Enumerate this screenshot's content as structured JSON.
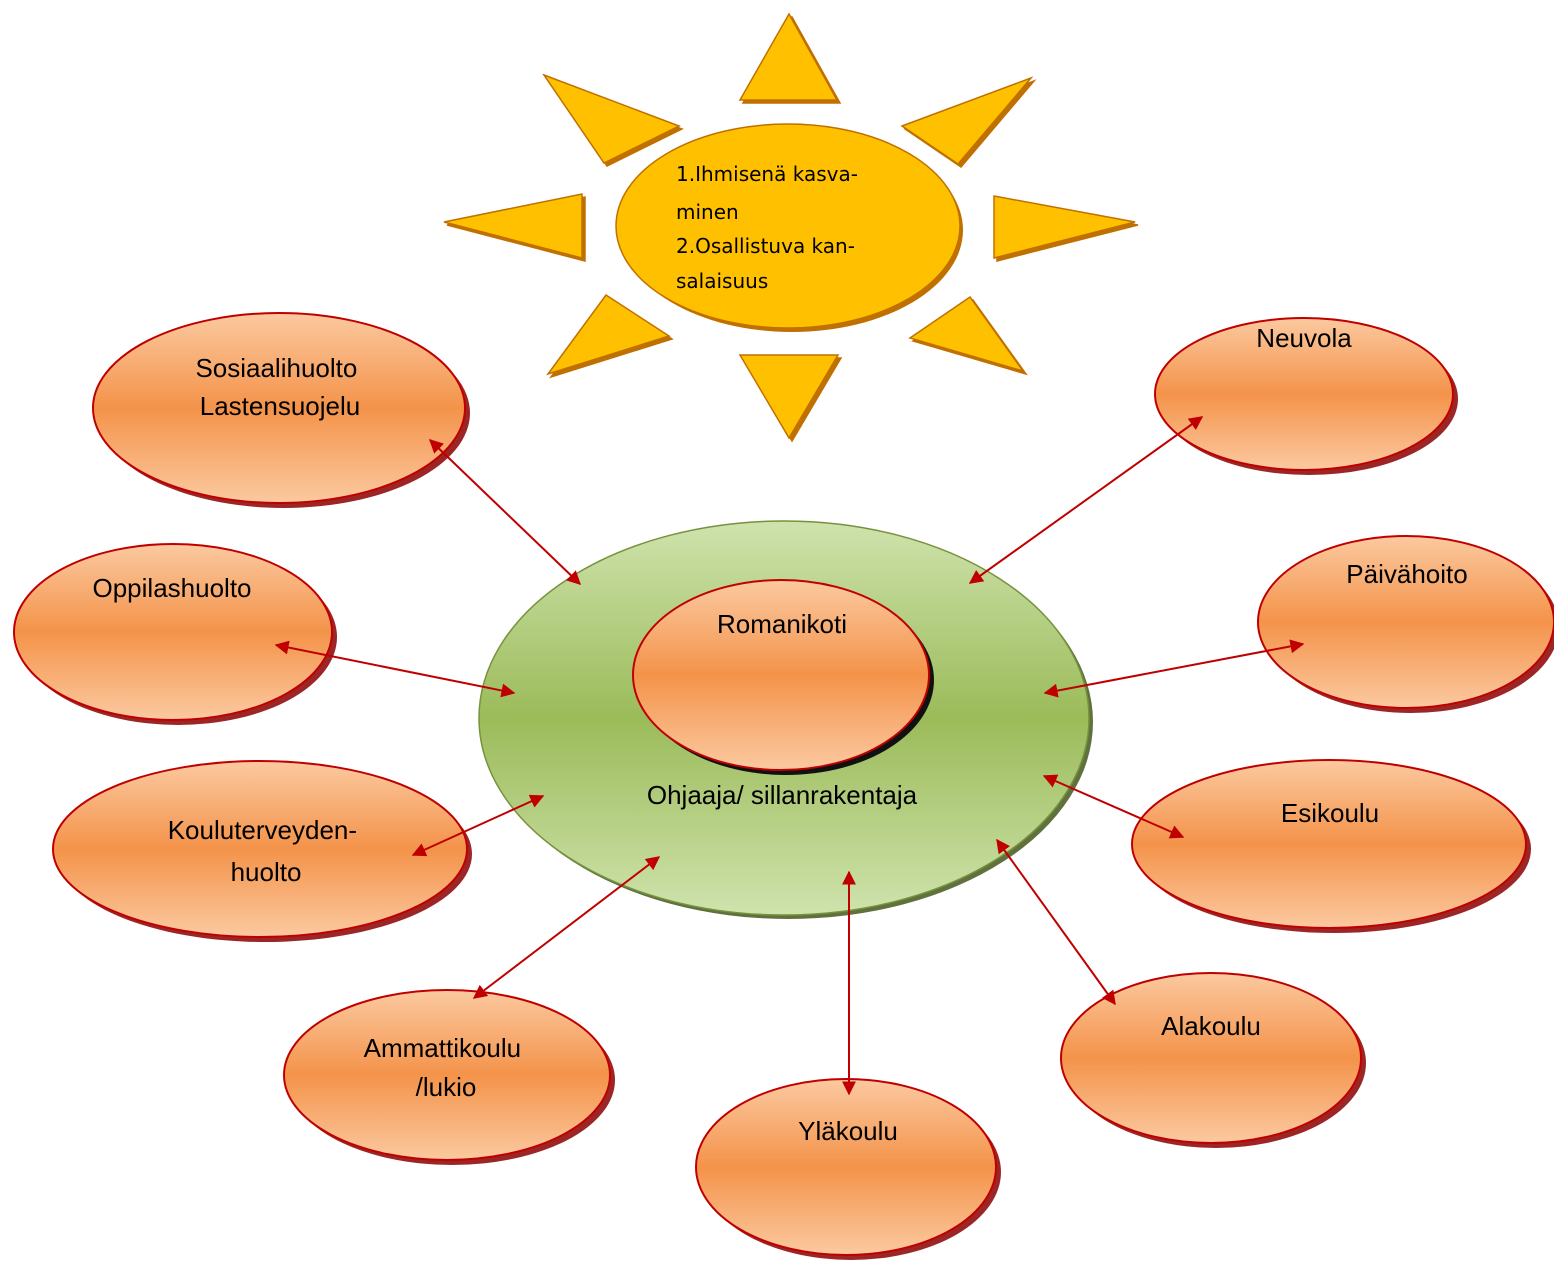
{
  "sun": {
    "lines": [
      "1.Ihmisenä kasva-",
      "minen",
      "2.Osallistuva kan-",
      "salaisuus"
    ]
  },
  "center": {
    "inner_label": "Romanikoti",
    "outer_label": "Ohjaaja/ sillanrakentaja"
  },
  "nodes": {
    "sosiaalihuolto": [
      "Sosiaalihuolto",
      "Lastensuojelu"
    ],
    "neuvola": [
      "Neuvola"
    ],
    "oppilashuolto": [
      "Oppilashuolto"
    ],
    "paivahoito": [
      "Päivähoito"
    ],
    "kouluterveydenhuolto": [
      "Kouluterveyden-",
      "huolto"
    ],
    "esikoulu": [
      "Esikoulu"
    ],
    "ammattikoulu": [
      "Ammattikoulu",
      "/lukio"
    ],
    "alakoulu": [
      "Alakoulu"
    ],
    "ylakoulu": [
      "Yläkoulu"
    ]
  },
  "colors": {
    "node_fill_light": "#fbc9a0",
    "node_fill_dark": "#f4934a",
    "node_stroke": "#c00000",
    "center_fill_light": "#c4dc9c",
    "center_fill_dark": "#9bbb59",
    "sun_fill": "#ffc000",
    "sun_stroke": "#c07000",
    "arrow": "#c00000"
  }
}
